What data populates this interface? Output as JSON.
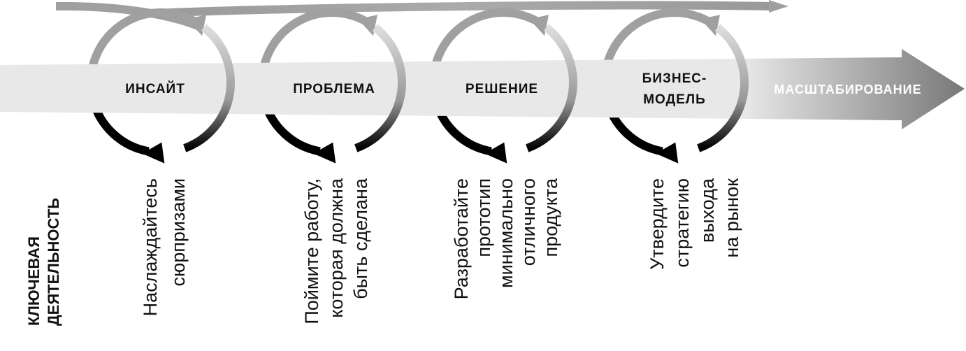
{
  "stages": [
    {
      "label": "ИНСАЙТ",
      "activity": [
        "Наслаждайтесь",
        "сюрпризами"
      ]
    },
    {
      "label": "ПРОБЛЕМА",
      "activity": [
        "Поймите работу,",
        "которая должна",
        "быть сделана"
      ]
    },
    {
      "label": "РЕШЕНИЕ",
      "activity": [
        "Разработайте",
        "прототип",
        "минимально",
        "отличного",
        "продукта"
      ]
    },
    {
      "label_lines": [
        "БИЗНЕС-",
        "МОДЕЛЬ"
      ],
      "activity": [
        "Утвердите",
        "стратегию",
        "выхода",
        "на рынок"
      ]
    }
  ],
  "final_stage": "МАСШТАБИРОВАНИЕ",
  "key_activity": [
    "КЛЮЧЕВАЯ",
    "ДЕЯТЕЛЬНОСТЬ"
  ],
  "colors": {
    "band": "#e8e8e8",
    "band_end": "#7a7a7a",
    "loop_top": "#a0a0a0",
    "loop_bottom": "#000000"
  }
}
